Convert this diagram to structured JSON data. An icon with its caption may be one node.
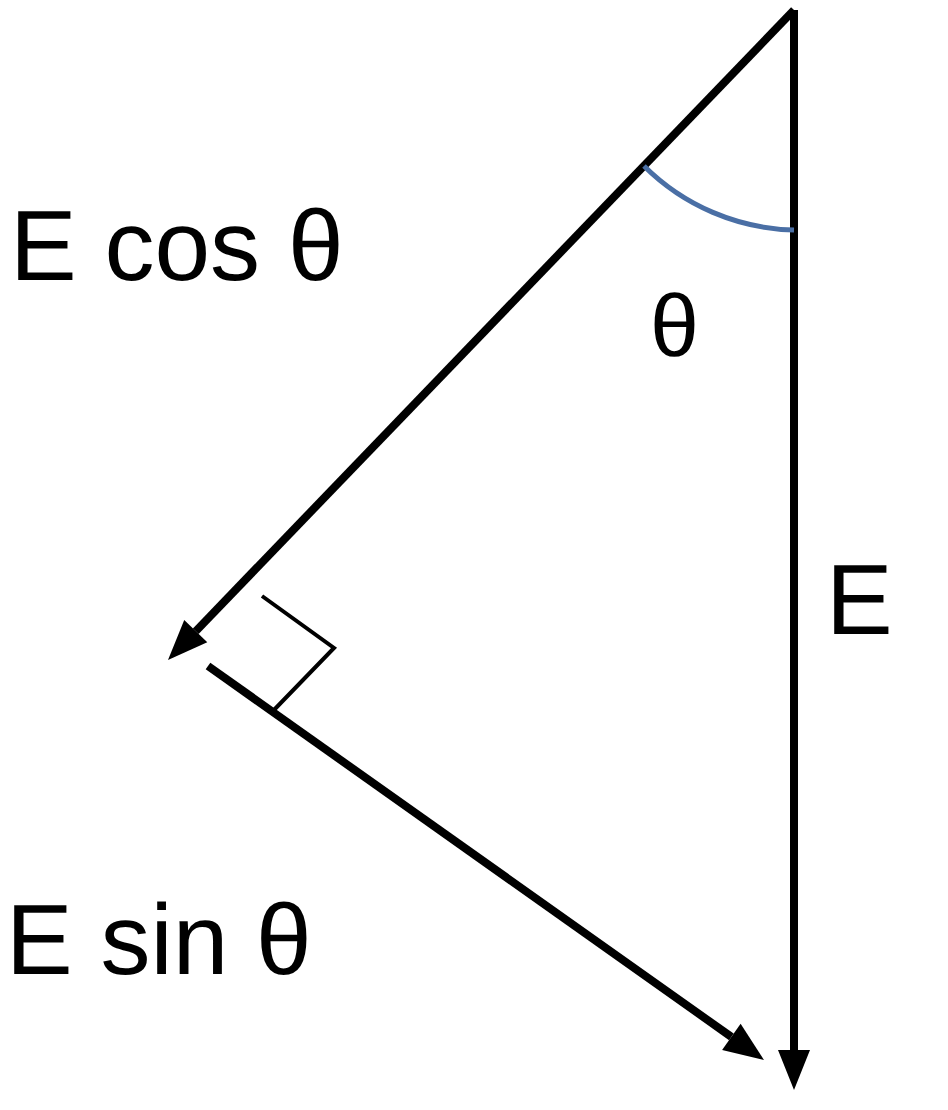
{
  "diagram": {
    "labels": [
      "E cos θ",
      "θ",
      "E",
      "E sin θ"
    ]
  }
}
